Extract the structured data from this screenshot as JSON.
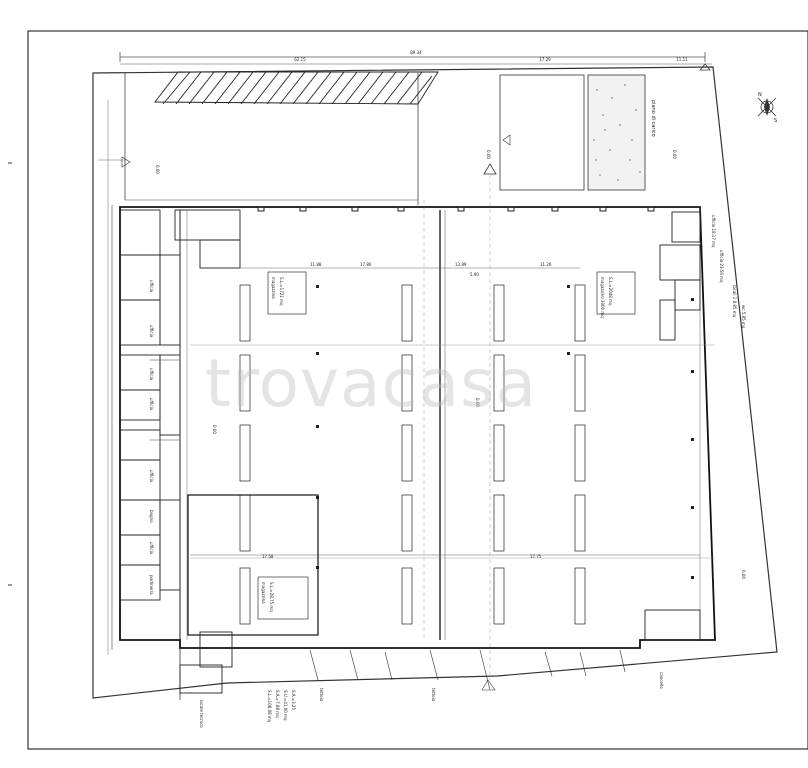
{
  "watermark": "trovacasa",
  "accent_colors": {
    "line": "#2a2a2a",
    "watermark": "#bdbdbd"
  },
  "icons": {
    "compass": "north-arrow-icon"
  },
  "areas": {
    "loading_label": "piano di carico",
    "magazzino_main_1": "magazzino",
    "magazzino_main_2": "S.L.=1721 mq",
    "magazzino_right_1": "magazzino 3000 mq",
    "magazzino_right_2": "S.L.=2048 mq",
    "magazzino_lower_1": "magazzino",
    "magazzino_lower_2": "S.L.=28.75 mq",
    "elev_main": "0.00",
    "elev_right": "0.00",
    "elev_center": "0.00",
    "elev_outside": "0.00",
    "elev_top": "0.00",
    "elev_right_outer": "0.00"
  },
  "offices": {
    "ufficio": "ufficio",
    "bagno": "bagno",
    "portineria": "portineria",
    "top_right_1": "ufficio 18.17 mq",
    "top_right_2": "ufficio 23.56 mq",
    "top_right_3": "locali 1 8.85 mq",
    "top_right_4": "wc 5.85 mq"
  },
  "dimensions": {
    "top_total": "89.34",
    "top_a": "62.15",
    "top_b": "17.29",
    "top_c": "11.11",
    "row_a": "11.88",
    "row_b": "17.86",
    "row_c": "13.89",
    "row_d": "11.26",
    "row_e": "5.90",
    "row_f": "17.58",
    "row_g": "17.75"
  },
  "notes": {
    "bottom_1": "S.L.=108.08 mq",
    "bottom_2": "S.A.=7.88 mq",
    "bottom_3": "S.U.=41.00 mq",
    "bottom_4": "S.A.=3.25",
    "bottom_left": "locale tecnico",
    "bottom_mid": "tettoia",
    "bottom_right": "cancello"
  }
}
